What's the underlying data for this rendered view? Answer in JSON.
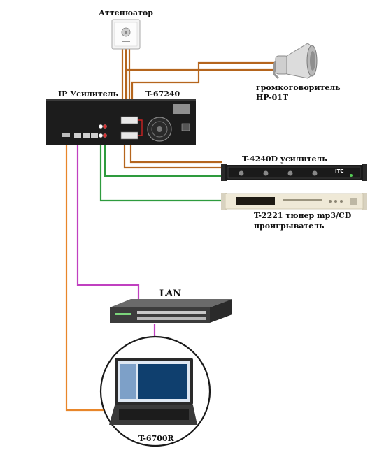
{
  "labels": {
    "attenuator": "Аттенюатор",
    "ip_amplifier": "IP Усилитель",
    "amp_model": "T-67240",
    "speaker_line1": "громкоговоритель",
    "speaker_line2": "HP-01T",
    "t4240d": "T-4240D усилитель",
    "tuner_line1": "T-2221 тюнер mp3/CD",
    "tuner_line2": "проигрыватель",
    "lan": "LAN",
    "pc": "T-6700R"
  },
  "device_marks": {
    "rack_logo": "ITC"
  },
  "colors": {
    "speaker_line": "#b5651d",
    "audio_line": "#2e9b3e",
    "lan_line": "#c040c0",
    "serial_line": "#e8862a",
    "amp_body": "#1c1c1c",
    "rack_body": "#1a1a1a",
    "tuner_body": "#efe9d7"
  }
}
